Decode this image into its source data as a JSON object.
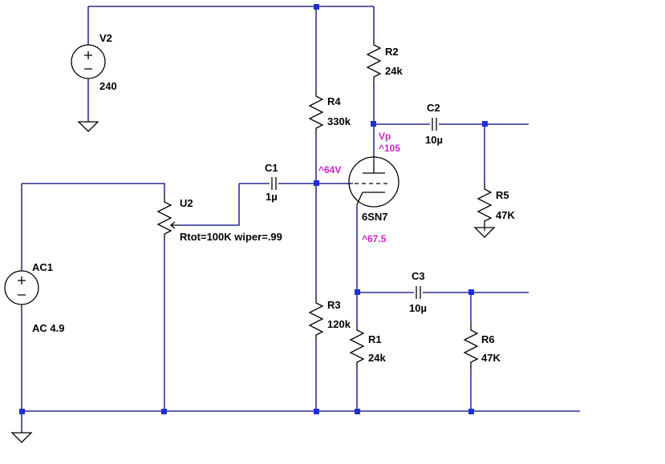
{
  "components": {
    "v2": {
      "name": "V2",
      "value": "240"
    },
    "ac1": {
      "name": "AC1",
      "value": "AC 4.9"
    },
    "u2": {
      "name": "U2",
      "value": "Rtot=100K wiper=.99"
    },
    "c1": {
      "name": "C1",
      "value": "1µ"
    },
    "r4": {
      "name": "R4",
      "value": "330k"
    },
    "r3": {
      "name": "R3",
      "value": "120k"
    },
    "r2": {
      "name": "R2",
      "value": "24k"
    },
    "c2": {
      "name": "C2",
      "value": "10µ"
    },
    "r5": {
      "name": "R5",
      "value": "47K"
    },
    "tube": {
      "name": "6SN7"
    },
    "c3": {
      "name": "C3",
      "value": "10µ"
    },
    "r1": {
      "name": "R1",
      "value": "24k"
    },
    "r6": {
      "name": "R6",
      "value": "47K"
    }
  },
  "annotations": {
    "vp_label": "Vp",
    "vp_value": "^105",
    "grid_v": "^64V",
    "cathode_v": "^67.5"
  },
  "colors": {
    "wire": "#000080",
    "node": "#1f2fd6",
    "annotation": "#cc22cc"
  }
}
